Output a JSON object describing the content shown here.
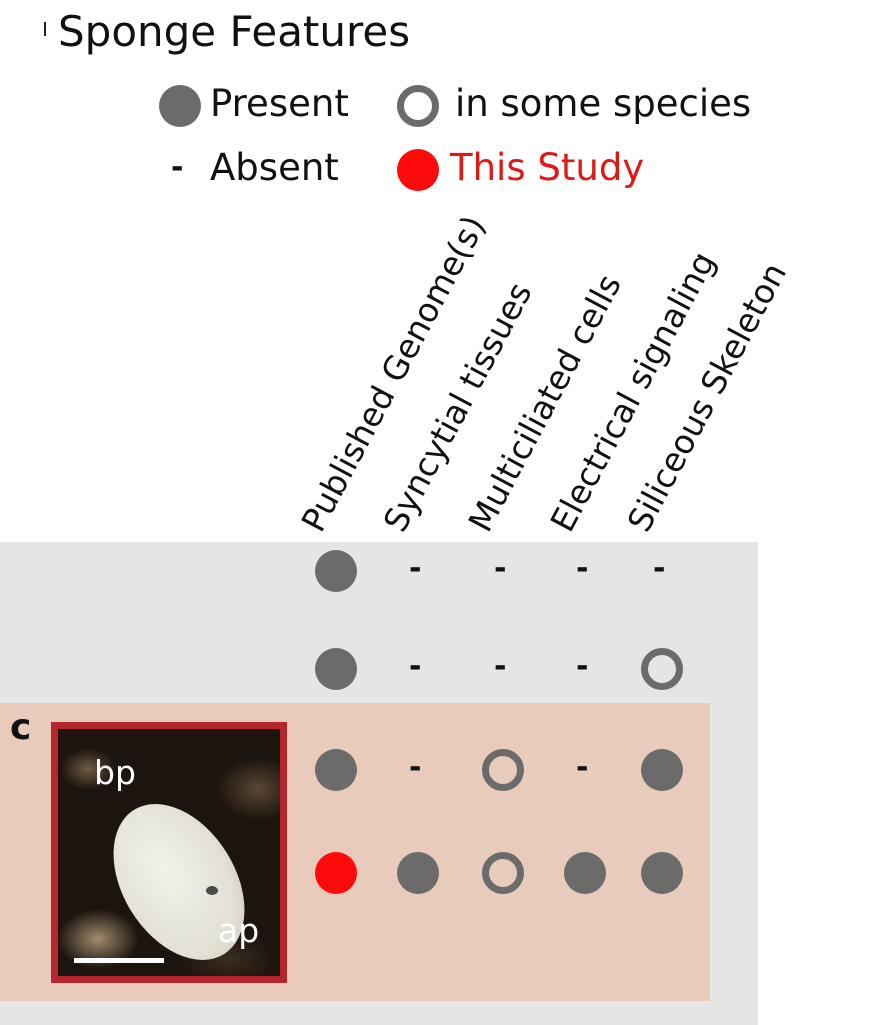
{
  "title": "Sponge Features",
  "legend": [
    {
      "symbol": "filled",
      "label": "Present"
    },
    {
      "symbol": "hollow",
      "label": "in some species"
    },
    {
      "symbol": "dash",
      "label": "Absent"
    },
    {
      "symbol": "red",
      "label": "This Study"
    }
  ],
  "dash_char": "-",
  "columns": [
    "Published Genome(s)",
    "Syncytial tissues",
    "Multiciliated cells",
    "Electrical signaling",
    "Siliceous Skeleton"
  ],
  "rows": [
    {
      "cells": [
        "filled",
        "dash",
        "dash",
        "dash",
        "dash"
      ]
    },
    {
      "cells": [
        "filled",
        "dash",
        "dash",
        "dash",
        "hollow"
      ]
    },
    {
      "cells": [
        "filled",
        "dash",
        "hollow",
        "dash",
        "filled"
      ]
    },
    {
      "cells": [
        "red",
        "filled",
        "hollow",
        "filled",
        "filled"
      ]
    }
  ],
  "panel": {
    "letter": "c",
    "photo_labels": {
      "top": "bp",
      "bottom": "ap"
    }
  },
  "colors": {
    "present": "#6b6b6b",
    "this_study": "#ff0a0a",
    "this_study_text": "#e01818",
    "panel_grey": "#e5e5e5",
    "panel_pink": "#e8cbbb",
    "photo_border": "#b5262e"
  }
}
